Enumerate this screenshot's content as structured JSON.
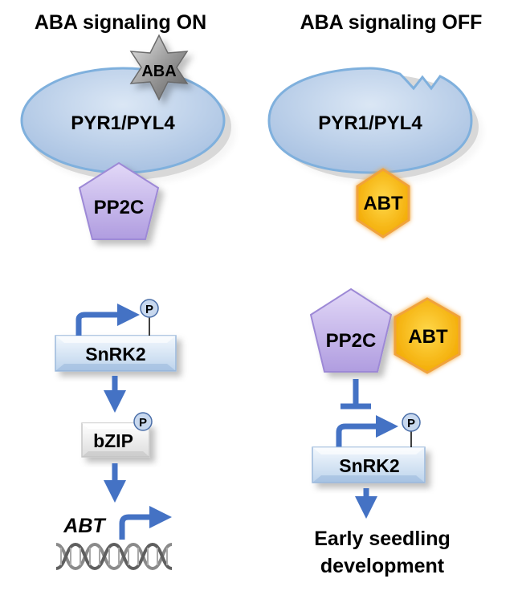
{
  "panels": {
    "on": {
      "title": "ABA signaling ON",
      "ligand": "ABA",
      "receptor": "PYR1/PYL4",
      "phosphatase": "PP2C",
      "kinase": "SnRK2",
      "phospho": "P",
      "tf": "bZIP",
      "gene": "ABT"
    },
    "off": {
      "title": "ABA signaling OFF",
      "receptor": "PYR1/PYL4",
      "inhibitor": "ABT",
      "phosphatase": "PP2C",
      "complex_partner": "ABT",
      "kinase": "SnRK2",
      "phospho": "P",
      "outcome_line1": "Early seedling",
      "outcome_line2": "development"
    }
  },
  "colors": {
    "receptor_fill": "#b9cde6",
    "receptor_stroke": "#7fa9d3",
    "pp2c_fill": "#c6b6ea",
    "abt_fill": "#f7c21a",
    "abt_glow": "#f2a15a",
    "aba_fill": "#9a9a9a",
    "arrow": "#4472c4",
    "box_fill": "#d3e4f4",
    "dna": "#8a8a8a"
  }
}
